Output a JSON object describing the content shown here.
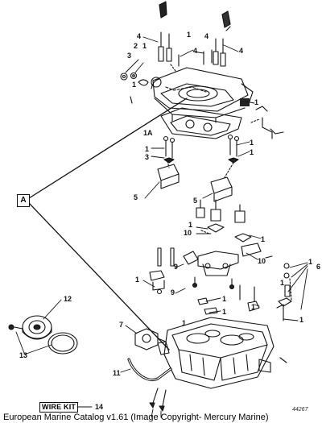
{
  "callouts": [
    "1",
    "1",
    "1",
    "1",
    "1",
    "1",
    "1",
    "1",
    "1",
    "1",
    "1",
    "1",
    "1",
    "1",
    "1",
    "1",
    "1",
    "1A",
    "2",
    "3",
    "3",
    "4",
    "4",
    "4",
    "4",
    "5",
    "5",
    "6",
    "7",
    "9",
    "9",
    "10",
    "10",
    "11",
    "12",
    "13",
    "14"
  ],
  "tag": "A",
  "wire_kit": "WIRE KIT",
  "part_number": "44267",
  "caption": "European Marine Catalog v1.61 (Image Copyright- Mercury Marine)"
}
